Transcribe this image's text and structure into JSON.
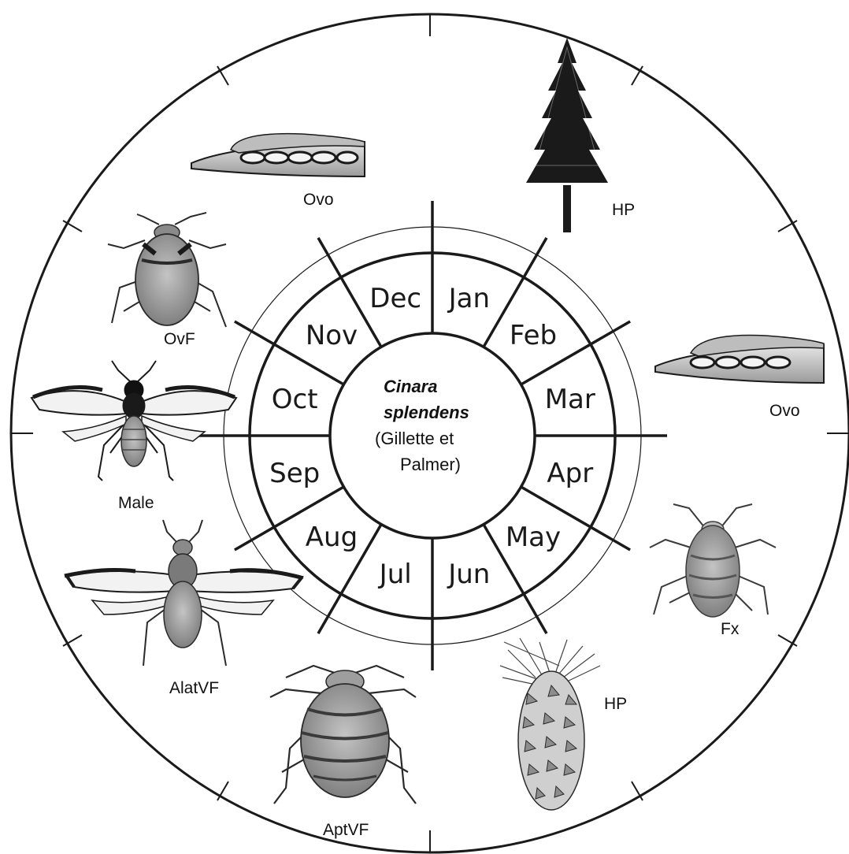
{
  "center": {
    "genus": "Cinara",
    "species": "splendens",
    "authority_line1": "(Gillette et",
    "authority_line2": "Palmer)"
  },
  "months": [
    "Jan",
    "Feb",
    "Mar",
    "Apr",
    "May",
    "Jun",
    "Jul",
    "Aug",
    "Sep",
    "Oct",
    "Nov",
    "Dec"
  ],
  "stages": {
    "ovo_top": "Ovo",
    "hp_tree": "HP",
    "ovo_right": "Ovo",
    "fx": "Fx",
    "hp_cone": "HP",
    "aptvf": "AptVF",
    "alatvf": "AlatVF",
    "male": "Male",
    "ovf": "OvF"
  },
  "colors": {
    "ink": "#1a1a1a",
    "aphid_body": "#9a9a9a",
    "aphid_dark": "#3a3a3a",
    "wing": "#f2f2f2",
    "egg": "#cfcfcf"
  },
  "icons": {
    "tree": "conifer-tree-icon",
    "cone": "pine-cone-icon",
    "eggs": "egg-cluster-icon",
    "aphid": "aphid-icon",
    "winged_aphid": "winged-aphid-icon"
  }
}
